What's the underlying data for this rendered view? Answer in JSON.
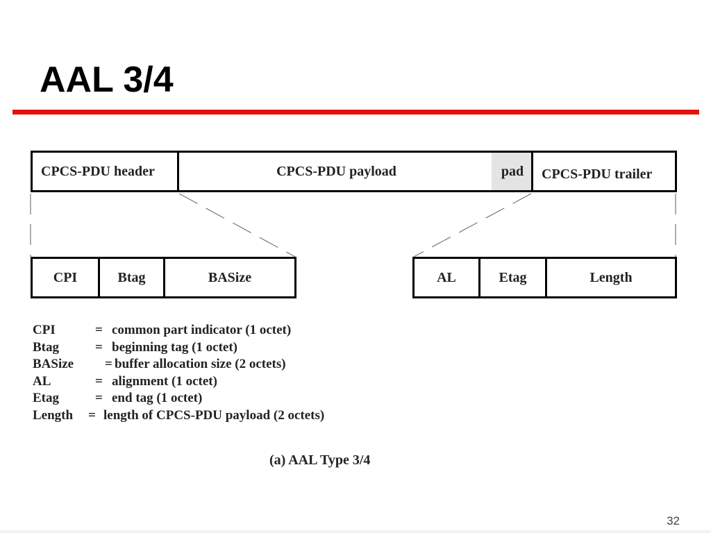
{
  "slide": {
    "title": "AAL 3/4",
    "page_number": "32",
    "accent_color": "#e3120b"
  },
  "diagram": {
    "top_row": {
      "header": "CPCS-PDU header",
      "payload": "CPCS-PDU payload",
      "pad": "pad",
      "trailer": "CPCS-PDU trailer"
    },
    "header_fields": {
      "cpi": "CPI",
      "btag": "Btag",
      "basize": "BASize"
    },
    "trailer_fields": {
      "al": "AL",
      "etag": "Etag",
      "length": "Length"
    },
    "pad_color": "#e4e4e4"
  },
  "legend": [
    {
      "term": "CPI",
      "eq": "=",
      "desc": "common part indicator (1 octet)"
    },
    {
      "term": "Btag",
      "eq": "=",
      "desc": "beginning tag (1 octet)"
    },
    {
      "term": "BASize",
      "eq": "=",
      "desc": "buffer allocation size (2 octets)"
    },
    {
      "term": "AL",
      "eq": "=",
      "desc": "alignment (1 octet)"
    },
    {
      "term": "Etag",
      "eq": "=",
      "desc": "end tag (1 octet)"
    },
    {
      "term": "Length",
      "eq": "=",
      "desc": "length of CPCS-PDU payload (2 octets)"
    }
  ],
  "caption": "(a) AAL Type 3/4"
}
